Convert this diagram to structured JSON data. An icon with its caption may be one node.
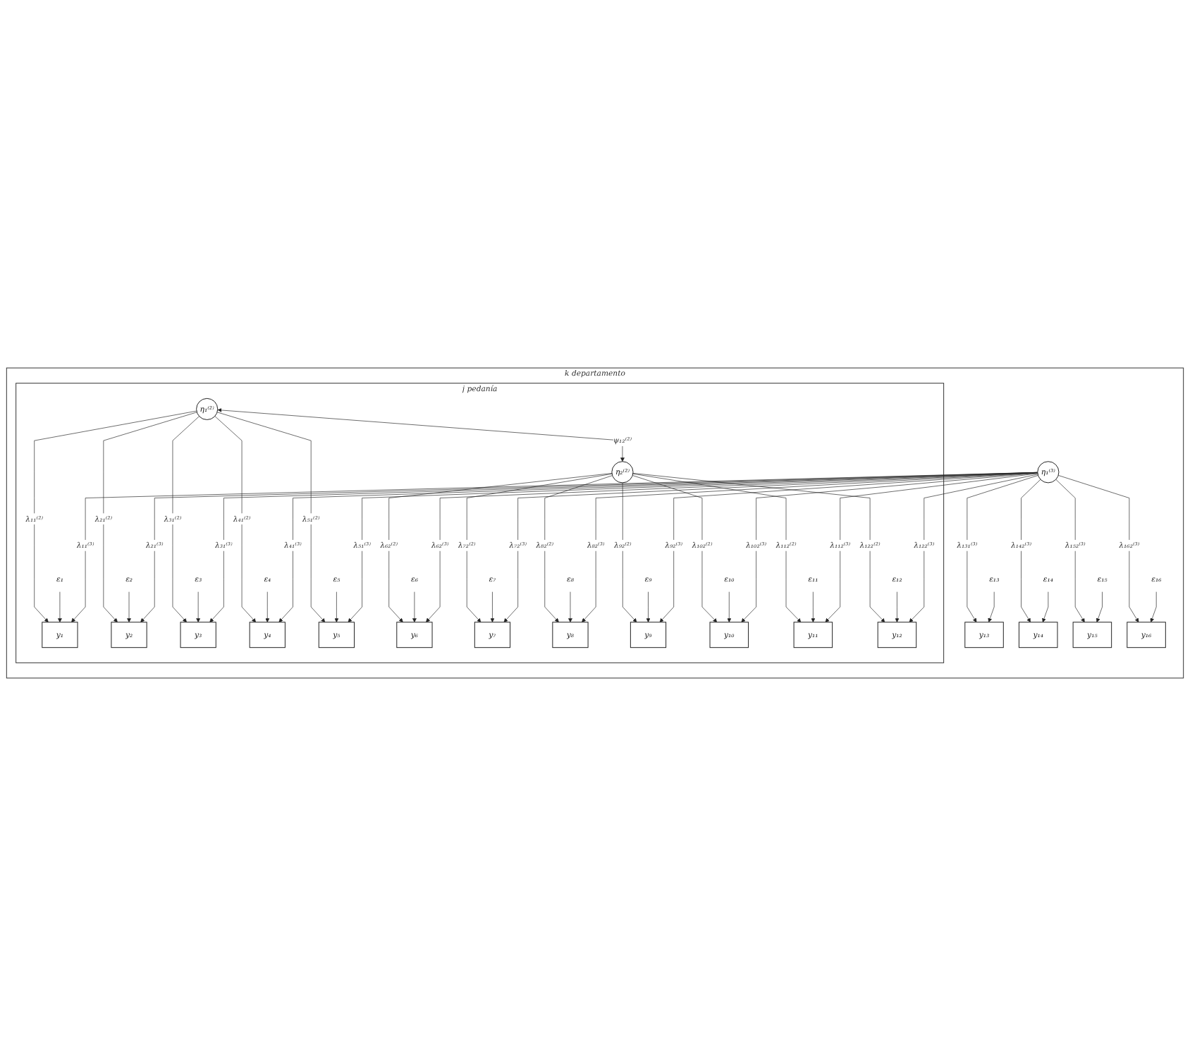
{
  "diagram": {
    "nodes": [
      {
        "text": [
          "k departamento"
        ]
      },
      {
        "text": [
          "ε₁₃"
        ],
        "in": 0
      },
      {
        "text": [
          "ε₁₄"
        ],
        "in": 0
      },
      {
        "text": [
          "ε₁₅"
        ],
        "in": 0
      },
      {
        "text": [
          "ε₁₆"
        ],
        "in": 0
      },
      {
        "text": [
          "y₁₃"
        ],
        "in": 0
      },
      {
        "text": [
          "y₁₄"
        ],
        "in": 0
      },
      {
        "text": [
          "y₁₅"
        ],
        "in": 0
      },
      {
        "text": [
          "y₁₆"
        ],
        "in": 0
      },
      {
        "text": [
          "η₁⁽³⁾"
        ],
        "in": 0
      },
      {
        "text": [
          "j pedanía"
        ],
        "in": 0
      },
      {
        "text": [
          "y₁"
        ],
        "in": 10
      },
      {
        "text": [
          "y₂"
        ],
        "in": 10
      },
      {
        "text": [
          "y₃"
        ],
        "in": 10
      },
      {
        "text": [
          "y₄"
        ],
        "in": 10
      },
      {
        "text": [
          "y₅"
        ],
        "in": 10
      },
      {
        "text": [
          "y₆"
        ],
        "in": 10
      },
      {
        "text": [
          "y₇"
        ],
        "in": 10
      },
      {
        "text": [
          "y₈"
        ],
        "in": 10
      },
      {
        "text": [
          "y₉"
        ],
        "in": 10
      },
      {
        "text": [
          "y₁₀"
        ],
        "in": 10
      },
      {
        "text": [
          "y₁₁"
        ],
        "in": 10
      },
      {
        "text": [
          "y₁₂"
        ],
        "in": 10
      },
      {
        "text": [
          "ε₁"
        ],
        "in": 10
      },
      {
        "text": [
          "ε₂"
        ],
        "in": 10
      },
      {
        "text": [
          "ε₃"
        ],
        "in": 10
      },
      {
        "text": [
          "ε₄"
        ],
        "in": 10
      },
      {
        "text": [
          "ε₅"
        ],
        "in": 10
      },
      {
        "text": [
          "ε₆"
        ],
        "in": 10
      },
      {
        "text": [
          "ε₇"
        ],
        "in": 10
      },
      {
        "text": [
          "ε₈"
        ],
        "in": 10
      },
      {
        "text": [
          "ε₉"
        ],
        "in": 10
      },
      {
        "text": [
          "ε₁₀"
        ],
        "in": 10
      },
      {
        "text": [
          "ε₁₁"
        ],
        "in": 10
      },
      {
        "text": [
          "ε₁₂"
        ],
        "in": 10
      },
      {
        "text": [
          "η₁⁽²⁾"
        ],
        "in": 10
      },
      {
        "text": [
          "η₂⁽²⁾"
        ],
        "in": 10
      }
    ],
    "edges": [
      {
        "from": 1,
        "to": 5,
        "arrow": "to"
      },
      {
        "from": 2,
        "to": 6,
        "arrow": "to"
      },
      {
        "from": 3,
        "to": 7,
        "arrow": "to"
      },
      {
        "from": 4,
        "to": 8,
        "arrow": "to"
      },
      {
        "from": 9,
        "to": 5,
        "arrow": "to",
        "label": "λ₁₃₁⁽³⁾"
      },
      {
        "from": 9,
        "to": 6,
        "arrow": "to",
        "label": "λ₁₄₂⁽³⁾"
      },
      {
        "from": 9,
        "to": 7,
        "arrow": "to",
        "label": "λ₁₅₂⁽³⁾"
      },
      {
        "from": 9,
        "to": 8,
        "arrow": "to",
        "label": "λ₁₆₂⁽³⁾"
      },
      {
        "from": 9,
        "to": 11,
        "arrow": "to",
        "label": "λ₁₁⁽³⁾"
      },
      {
        "from": 9,
        "to": 12,
        "arrow": "to",
        "label": "λ₂₁⁽³⁾"
      },
      {
        "from": 9,
        "to": 13,
        "arrow": "to",
        "label": "λ₃₁⁽³⁾"
      },
      {
        "from": 9,
        "to": 14,
        "arrow": "to",
        "label": "λ₄₁⁽³⁾"
      },
      {
        "from": 9,
        "to": 15,
        "arrow": "to",
        "label": "λ₅₁⁽³⁾"
      },
      {
        "from": 9,
        "to": 16,
        "arrow": "to",
        "label": "λ₆₂⁽³⁾"
      },
      {
        "from": 9,
        "to": 17,
        "arrow": "to",
        "label": "λ₇₂⁽³⁾"
      },
      {
        "from": 9,
        "to": 18,
        "arrow": "to",
        "label": "λ₈₂⁽³⁾"
      },
      {
        "from": 9,
        "to": 19,
        "arrow": "to",
        "label": "λ₉₂⁽³⁾"
      },
      {
        "from": 9,
        "to": 20,
        "arrow": "to",
        "label": "λ₁₀₂⁽³⁾"
      },
      {
        "from": 9,
        "to": 21,
        "arrow": "to",
        "label": "λ₁₁₂⁽³⁾"
      },
      {
        "from": 9,
        "to": 22,
        "arrow": "to",
        "label": "λ₁₂₂⁽³⁾"
      },
      {
        "from": 23,
        "to": 11,
        "arrow": "to"
      },
      {
        "from": 24,
        "to": 12,
        "arrow": "to"
      },
      {
        "from": 25,
        "to": 13,
        "arrow": "to"
      },
      {
        "from": 26,
        "to": 14,
        "arrow": "to"
      },
      {
        "from": 27,
        "to": 15,
        "arrow": "to"
      },
      {
        "from": 28,
        "to": 16,
        "arrow": "to"
      },
      {
        "from": 29,
        "to": 17,
        "arrow": "to"
      },
      {
        "from": 30,
        "to": 18,
        "arrow": "to"
      },
      {
        "from": 31,
        "to": 19,
        "arrow": "to"
      },
      {
        "from": 32,
        "to": 20,
        "arrow": "to"
      },
      {
        "from": 33,
        "to": 21,
        "arrow": "to"
      },
      {
        "from": 34,
        "to": 22,
        "arrow": "to"
      },
      {
        "from": 35,
        "to": 11,
        "arrow": "to",
        "label": "λ₁₁⁽²⁾"
      },
      {
        "from": 35,
        "to": 12,
        "arrow": "to",
        "label": "λ₂₁⁽²⁾"
      },
      {
        "from": 35,
        "to": 13,
        "arrow": "to",
        "label": "λ₃₁⁽²⁾"
      },
      {
        "from": 35,
        "to": 14,
        "arrow": "to",
        "label": "λ₄₁⁽²⁾"
      },
      {
        "from": 35,
        "to": 15,
        "arrow": "to",
        "label": "λ₅₁⁽²⁾"
      },
      {
        "from": 36,
        "to": 16,
        "arrow": "to",
        "label": "λ₆₂⁽²⁾"
      },
      {
        "from": 36,
        "to": 17,
        "arrow": "to",
        "label": "λ₇₂⁽²⁾"
      },
      {
        "from": 36,
        "to": 18,
        "arrow": "to",
        "label": "λ₈₂⁽²⁾"
      },
      {
        "from": 36,
        "to": 19,
        "arrow": "to",
        "label": "λ₉₂⁽²⁾"
      },
      {
        "from": 36,
        "to": 20,
        "arrow": "to",
        "label": "λ₁₀₂⁽²⁾"
      },
      {
        "from": 36,
        "to": 21,
        "arrow": "to",
        "label": "λ₁₁₂⁽²⁾"
      },
      {
        "from": 36,
        "to": 22,
        "arrow": "to",
        "label": "λ₁₂₂⁽²⁾"
      },
      {
        "from": 35,
        "to": 36,
        "arrow": "both",
        "label": "ψ₁₂⁽²⁾"
      }
    ]
  }
}
